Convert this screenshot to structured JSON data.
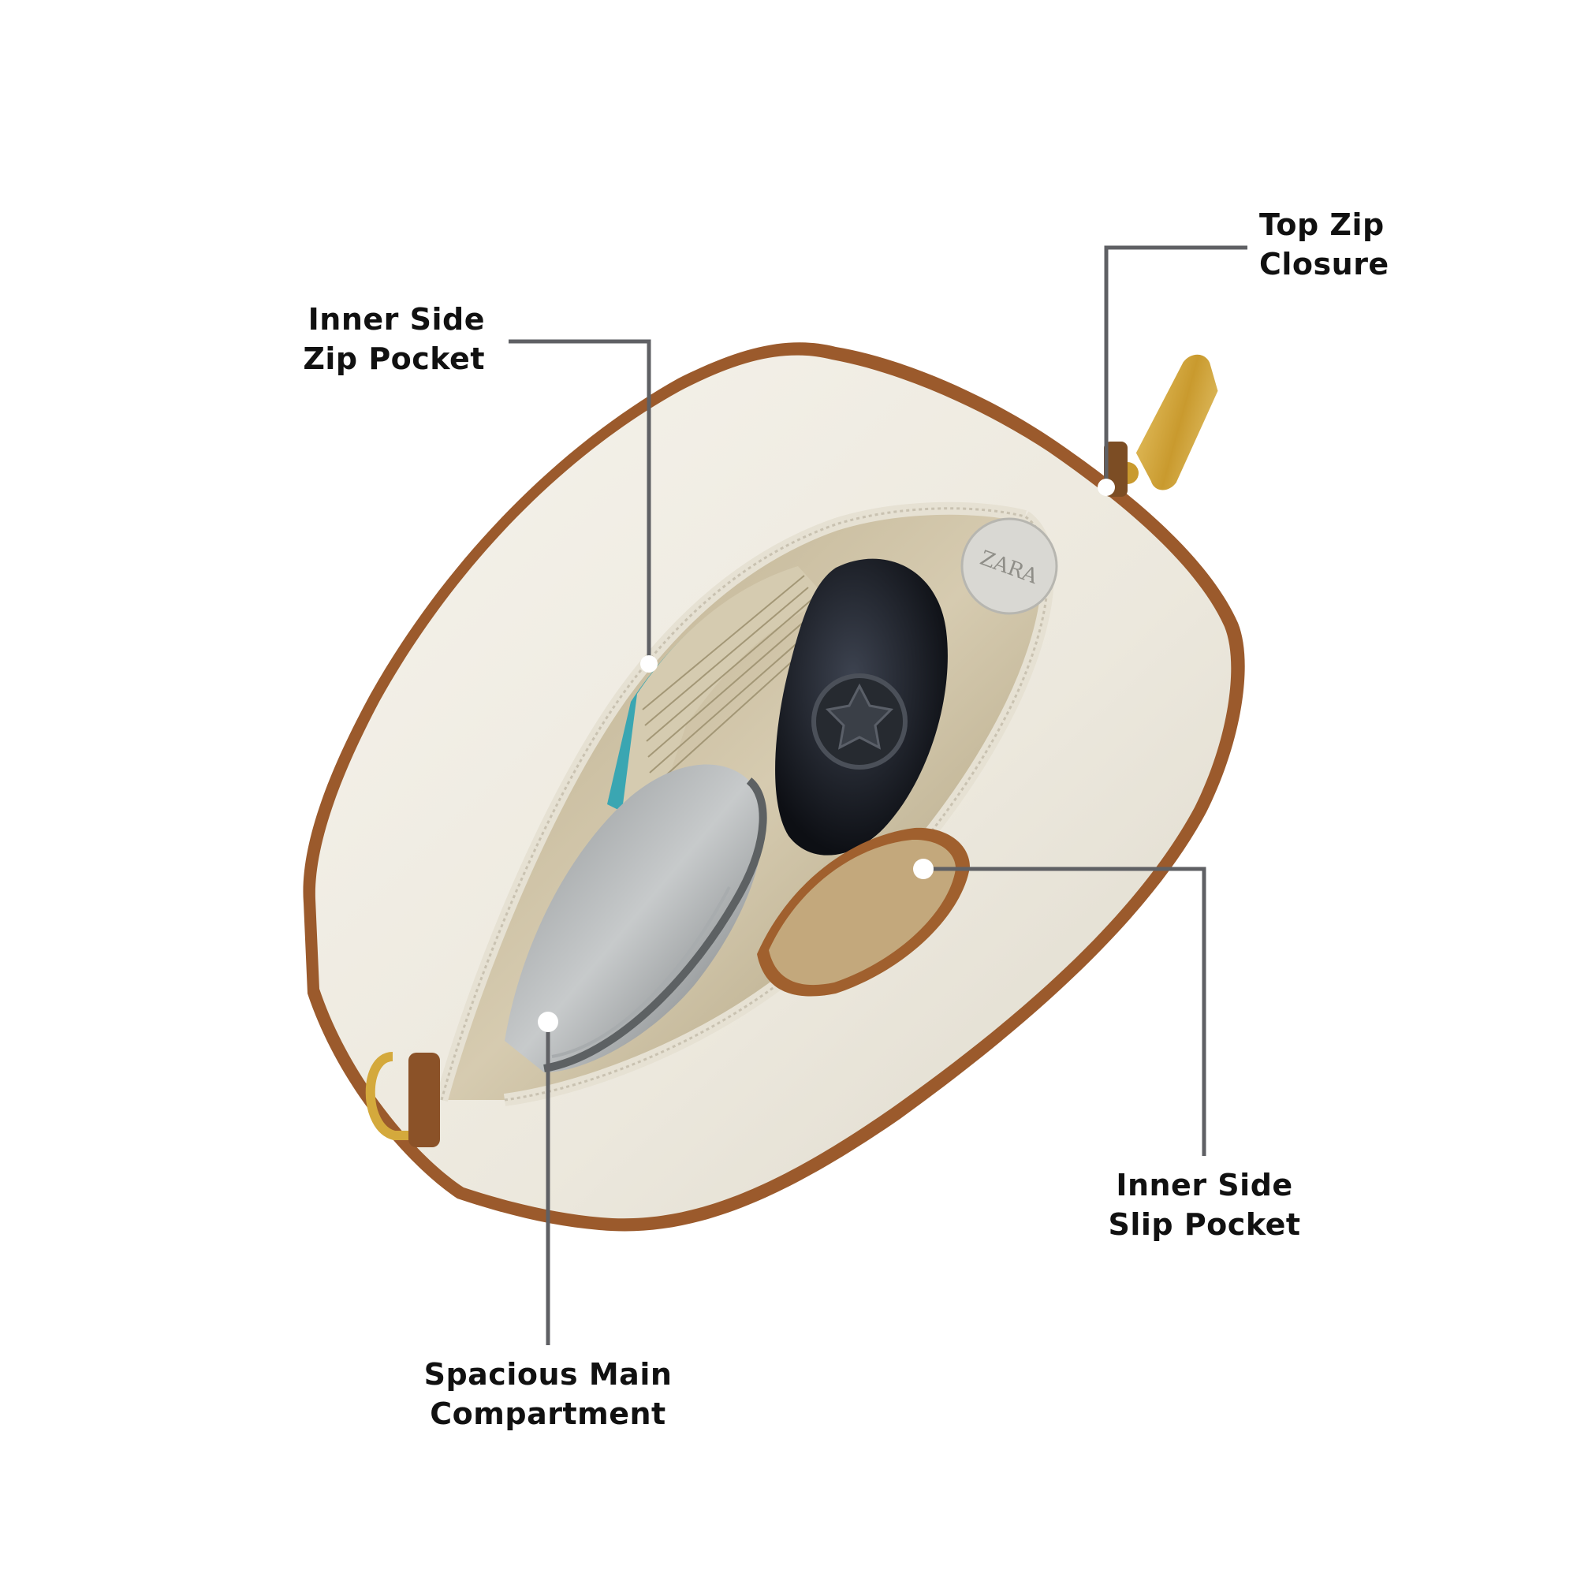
{
  "callouts": {
    "top_zip": {
      "line1": "Top Zip",
      "line2": "Closure"
    },
    "inner_zip": {
      "line1": "Inner Side",
      "line2": "Zip Pocket"
    },
    "slip_pocket": {
      "line1": "Inner Side",
      "line2": "Slip Pocket"
    },
    "main_compartment": {
      "line1": "Spacious Main",
      "line2": "Compartment"
    }
  },
  "printed_marks": {
    "tag_brand": "ZARA"
  },
  "colors": {
    "leader_line": "#5f6064",
    "bag_body": "#efebe1",
    "piping": "#9b5a2c",
    "hardware_gold": "#d4a93c",
    "interior": "#cdbf9f"
  }
}
